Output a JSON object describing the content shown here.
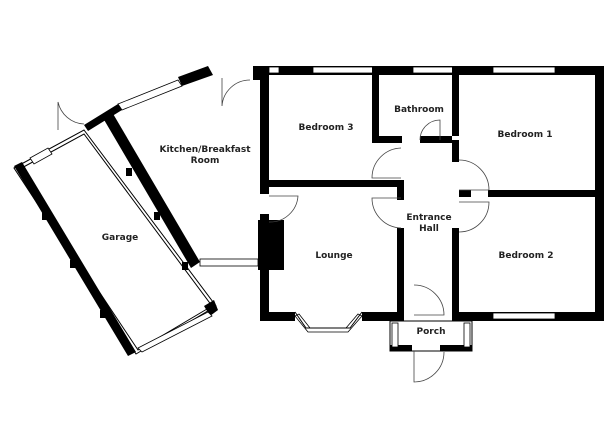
{
  "rooms": {
    "kitchen_line1": "Kitchen/Breakfast",
    "kitchen_line2": "Room",
    "bedroom3": "Bedroom 3",
    "bathroom": "Bathroom",
    "bedroom1": "Bedroom 1",
    "garage": "Garage",
    "lounge": "Lounge",
    "entrance_line1": "Entrance",
    "entrance_line2": "Hall",
    "bedroom2": "Bedroom 2",
    "porch": "Porch"
  },
  "colors": {
    "wall": "#000000",
    "background": "#ffffff"
  }
}
